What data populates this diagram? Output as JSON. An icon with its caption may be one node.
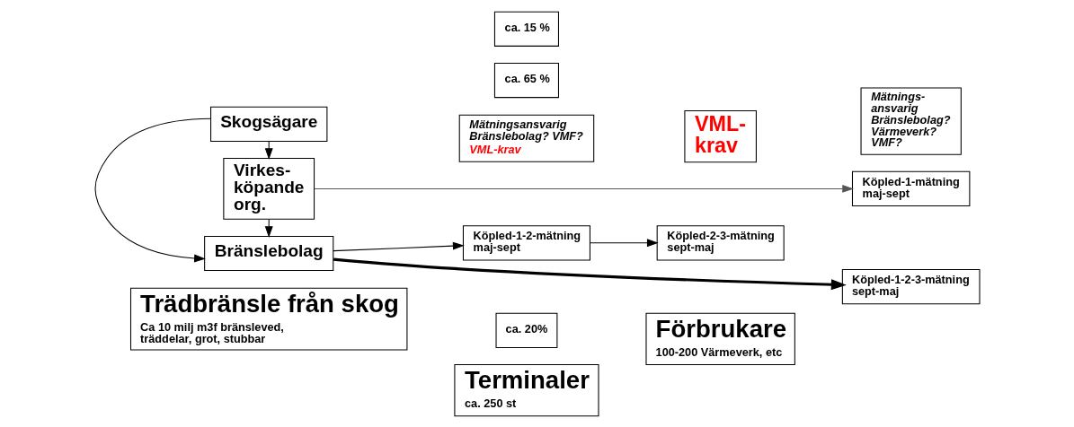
{
  "diagram": {
    "nodes": [
      {
        "text": [
          "Trädbränsle från skog",
          "Ca 10 milj m3f bränsleved, träddelar, grot, stubbar"
        ]
      },
      {
        "text": [
          "Terminaler",
          "ca. 250 st"
        ]
      },
      {
        "text": [
          "Förbrukare",
          "100-200 Värmeverk, etc"
        ]
      },
      {
        "text": [
          "ca. 20%"
        ]
      },
      {
        "text": [
          "Köpled-1-2-mätning maj-sept"
        ]
      },
      {
        "text": [
          "Mätningsansvarig Bränslebolag? VMF?",
          "VML-krav"
        ]
      },
      {
        "text": [
          "Bränslebolag"
        ]
      },
      {
        "text": [
          "Köpled-2-3-mätning sept-maj"
        ]
      },
      {
        "text": [
          "Mätnings- ansvarig Bränslebolag? Värmeverk? VMF?"
        ]
      },
      {
        "text": [
          "ca. 65 %"
        ]
      },
      {
        "text": [
          "VML- krav"
        ]
      },
      {
        "text": [
          "Köpled-1-2-3-mätning sept-maj"
        ]
      },
      {
        "text": [
          "Virkes- köpande org."
        ]
      },
      {
        "text": [
          "Köpled-1-mätning maj-sept"
        ]
      },
      {
        "text": [
          "ca. 15 %"
        ]
      },
      {
        "text": [
          "Skogsägare"
        ]
      }
    ],
    "edges": [
      {
        "from": 6,
        "to": 4,
        "arrow": "to"
      },
      {
        "from": 4,
        "to": 7,
        "arrow": "to"
      },
      {
        "from": 6,
        "to": 11,
        "arrow": "to",
        "style": "thick"
      },
      {
        "from": 12,
        "to": 13,
        "arrow": "to",
        "color": "#555555"
      },
      {
        "from": 15,
        "to": 6,
        "arrow": "to"
      },
      {
        "from": 15,
        "to": 12,
        "arrow": "to"
      },
      {
        "from": 12,
        "to": 6,
        "arrow": "to"
      }
    ]
  }
}
